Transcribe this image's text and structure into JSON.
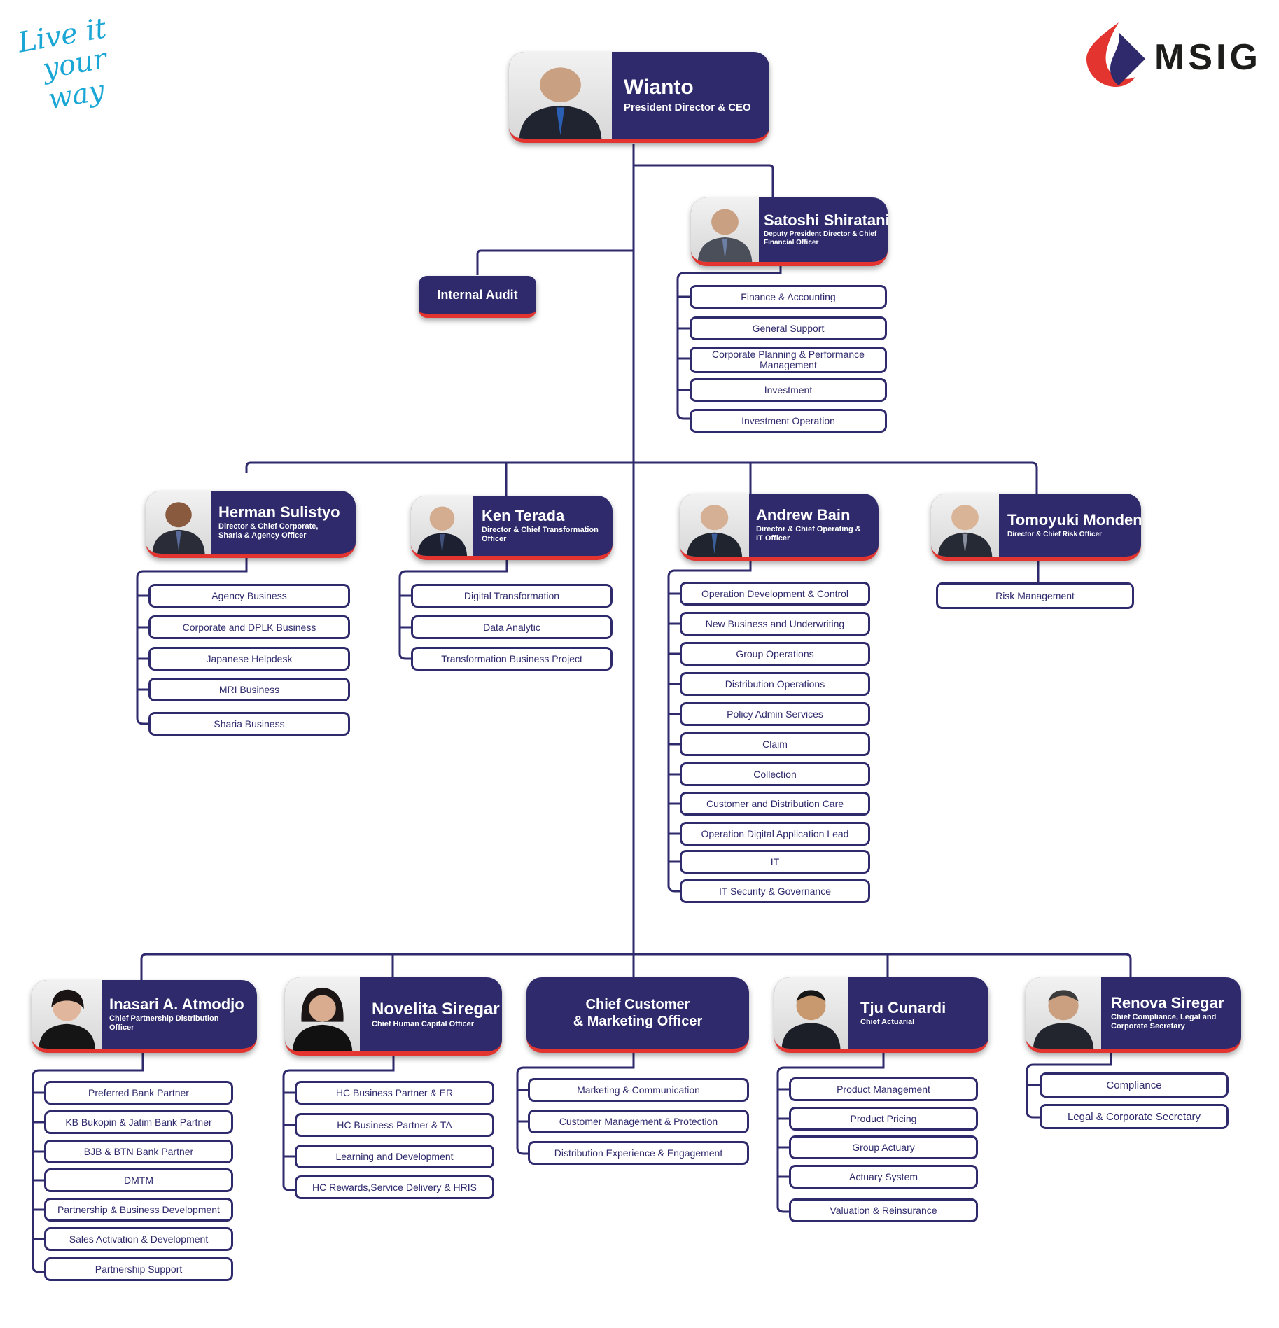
{
  "tagline": {
    "line1": "Live it",
    "line2": "your way"
  },
  "logo": {
    "text": "MSIG"
  },
  "colors": {
    "navy": "#2e2a6c",
    "red": "#e3342f",
    "sky": "#1aa7d6"
  },
  "ceo": {
    "name": "Wianto",
    "title": "President Director & CEO"
  },
  "internal_audit": {
    "label": "Internal Audit"
  },
  "deputy": {
    "name": "Satoshi Shiratani",
    "title": "Deputy President Director & Chief Financial Officer",
    "units": [
      "Finance & Accounting",
      "General Support",
      "Corporate Planning & Performance Management",
      "Investment",
      "Investment Operation"
    ]
  },
  "herman": {
    "name": "Herman Sulistyo",
    "title": "Director & Chief Corporate, Sharia & Agency Officer",
    "units": [
      "Agency Business",
      "Corporate and DPLK Business",
      "Japanese Helpdesk",
      "MRI Business",
      "Sharia Business"
    ]
  },
  "ken": {
    "name": "Ken Terada",
    "title": "Director & Chief Transformation Officer",
    "units": [
      "Digital Transformation",
      "Data Analytic",
      "Transformation Business Project"
    ]
  },
  "andrew": {
    "name": "Andrew Bain",
    "title": "Director & Chief Operating & IT Officer",
    "units": [
      "Operation Development & Control",
      "New Business and Underwriting",
      "Group Operations",
      "Distribution Operations",
      "Policy Admin Services",
      "Claim",
      "Collection",
      "Customer and Distribution Care",
      "Operation Digital Application Lead",
      "IT",
      "IT Security & Governance"
    ]
  },
  "tomoyuki": {
    "name": "Tomoyuki Monden",
    "title": "Director & Chief Risk Officer",
    "units": [
      "Risk Management"
    ]
  },
  "inasari": {
    "name": "Inasari A. Atmodjo",
    "title": "Chief Partnership Distribution Officer",
    "units": [
      "Preferred Bank Partner",
      "KB Bukopin & Jatim Bank Partner",
      "BJB & BTN Bank Partner",
      "DMTM",
      "Partnership & Business Development",
      "Sales Activation & Development",
      "Partnership Support"
    ]
  },
  "novelita": {
    "name": "Novelita Siregar",
    "title": "Chief Human Capital Officer",
    "units": [
      "HC Business Partner & ER",
      "HC Business Partner & TA",
      "Learning and Development",
      "HC Rewards,Service Delivery & HRIS"
    ]
  },
  "ccmo": {
    "title_line1": "Chief Customer",
    "title_line2": "& Marketing Officer",
    "units": [
      "Marketing & Communication",
      "Customer Management & Protection",
      "Distribution Experience & Engagement"
    ]
  },
  "tju": {
    "name": "Tju Cunardi",
    "title": "Chief Actuarial",
    "units": [
      "Product Management",
      "Product Pricing",
      "Group Actuary",
      "Actuary System",
      "Valuation & Reinsurance"
    ]
  },
  "renova": {
    "name": "Renova Siregar",
    "title": "Chief Compliance, Legal and Corporate Secretary",
    "units": [
      "Compliance",
      "Legal & Corporate Secretary"
    ]
  }
}
